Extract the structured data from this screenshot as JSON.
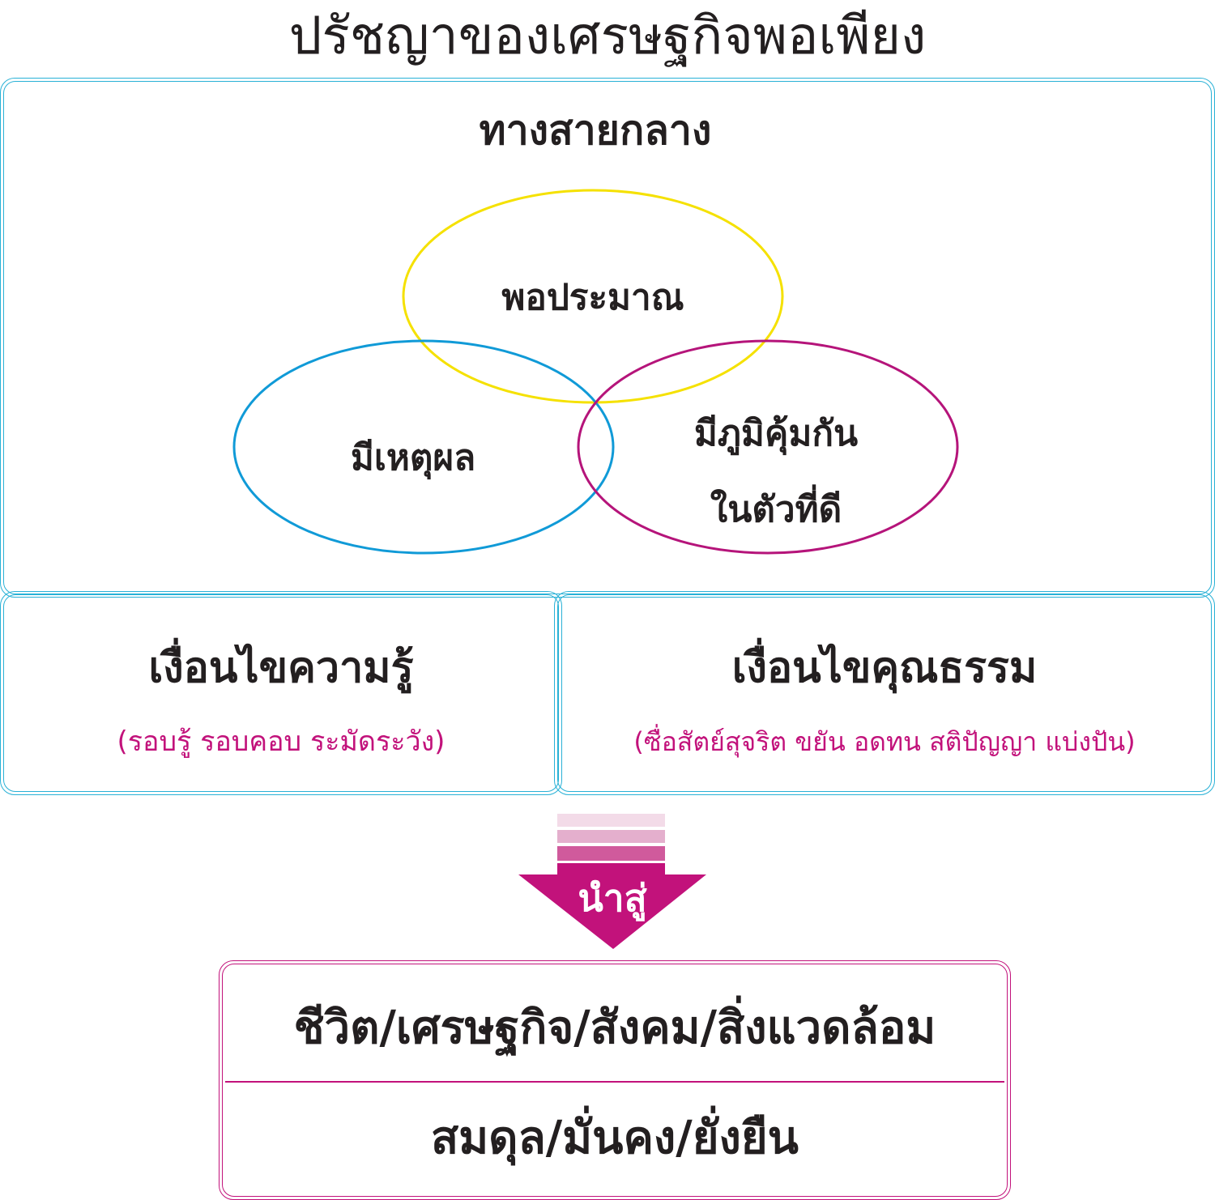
{
  "title": "ปรัชญาของเศรษฐกิจพอเพียง",
  "middle_way": {
    "label": "ทางสายกลาง",
    "circles": [
      {
        "label": "พอประมาณ",
        "color": "#f5e100"
      },
      {
        "label": "มีเหตุผล",
        "color": "#109ad7"
      },
      {
        "label_line1": "มีภูมิคุ้มกัน",
        "label_line2": "ในตัวที่ดี",
        "color": "#b5147a"
      }
    ]
  },
  "conditions": {
    "knowledge": {
      "title": "เงื่อนไขความรู้",
      "subtitle": "(รอบรู้ รอบคอบ ระมัดระวัง)"
    },
    "virtue": {
      "title": "เงื่อนไขคุณธรรม",
      "subtitle": "(ซื่อสัตย์สุจริต ขยัน อดทน สติปัญญา แบ่งปัน)"
    }
  },
  "arrow": {
    "label": "นำสู่",
    "color": "#c2127b"
  },
  "result": {
    "line1": "ชีวิต/เศรษฐกิจ/สังคม/สิ่งแวดล้อม",
    "line2": "สมดุล/มั่นคง/ยั่งยืน"
  },
  "colors": {
    "box_border": "#29b1d6",
    "accent": "#c2127b"
  }
}
